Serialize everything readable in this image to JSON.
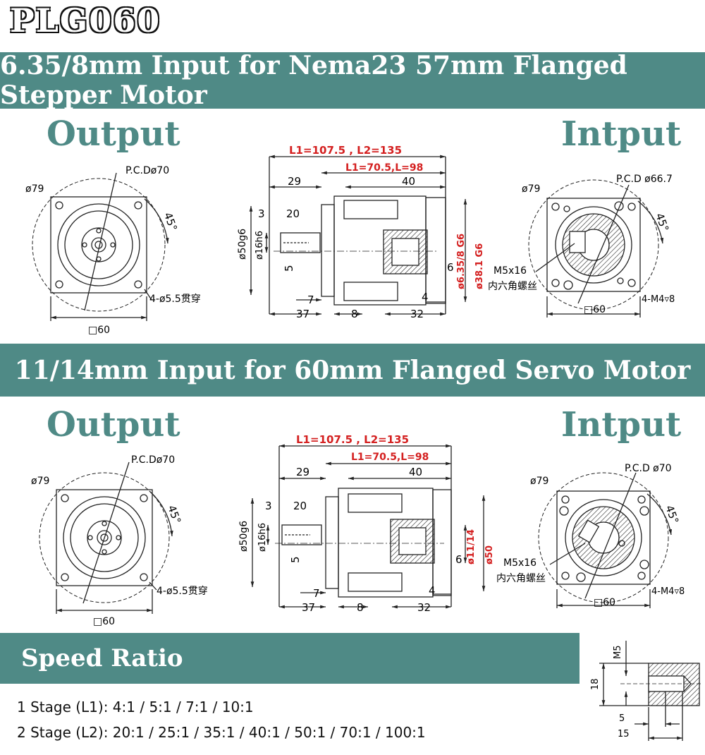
{
  "title": "PLG060",
  "section1": {
    "banner": "6.35/8mm Input for Nema23 57mm Flanged Stepper Motor",
    "output_header": "Output",
    "input_header": "Intput",
    "output_view": {
      "pcd": "P.C.Dø70",
      "dia": "ø79",
      "angle": "45°",
      "holes": "4-ø5.5贯穿",
      "square": "□60"
    },
    "side_view": {
      "l_total": "L1=107.5 , L2=135",
      "l_body": "L1=70.5,L=98",
      "d29": "29",
      "d40": "40",
      "d3": "3",
      "d20": "20",
      "d5": "5",
      "d6": "6",
      "d4": "4",
      "d7": "7",
      "d37": "37",
      "d8": "8",
      "d32": "32",
      "dia50": "ø50g6",
      "dia16": "ø16h6",
      "in_a": "ø6.35/8 G6",
      "in_b": "ø38.1 G6"
    },
    "input_view": {
      "pcd": "P.C.D ø66.7",
      "dia": "ø79",
      "angle": "45°",
      "screw": "M5x16",
      "screw_cn": "内六角螺丝",
      "holes": "4-M4▿8",
      "square": "□60"
    }
  },
  "section2": {
    "banner": "11/14mm Input for 60mm Flanged Servo Motor",
    "output_header": "Output",
    "input_header": "Intput",
    "output_view": {
      "pcd": "P.C.Dø70",
      "dia": "ø79",
      "angle": "45°",
      "holes": "4-ø5.5贯穿",
      "square": "□60"
    },
    "side_view": {
      "l_total": "L1=107.5 , L2=135",
      "l_body": "L1=70.5,L=98",
      "d29": "29",
      "d40": "40",
      "d3": "3",
      "d20": "20",
      "d5": "5",
      "d6": "6",
      "d4": "4",
      "d7": "7",
      "d37": "37",
      "d8": "8",
      "d32": "32",
      "dia50": "ø50g6",
      "dia16": "ø16h6",
      "in_a": "ø11/14",
      "in_b": "ø50"
    },
    "input_view": {
      "pcd": "P.C.D ø70",
      "dia": "ø79",
      "angle": "45°",
      "screw": "M5x16",
      "screw_cn": "内六角螺丝",
      "holes": "4-M4▿8",
      "square": "□60"
    }
  },
  "speed": {
    "banner": "Speed Ratio",
    "stage1": "1 Stage (L1): 4:1 / 5:1 / 7:1 / 10:1",
    "stage2": "2 Stage (L2): 20:1 / 25:1 / 35:1 / 40:1 / 50:1 / 70:1 / 100:1"
  },
  "key_detail": {
    "m5": "M5",
    "d18": "18",
    "d5": "5",
    "d15": "15"
  },
  "colors": {
    "accent": "#4f8a86",
    "dim_red": "#d42020",
    "line": "#222222"
  }
}
